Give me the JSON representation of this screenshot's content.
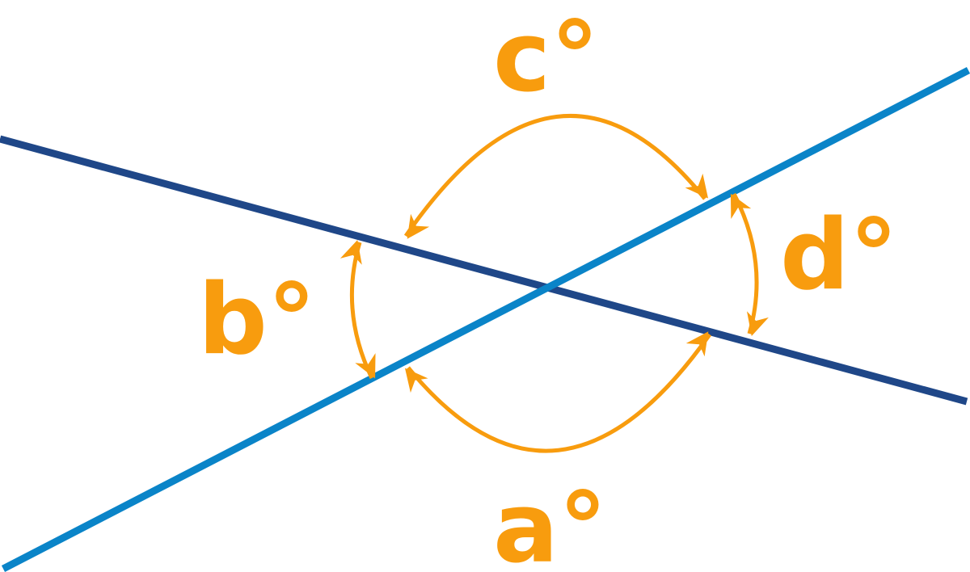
{
  "diagram": {
    "labels": {
      "a": "a°",
      "b": "b°",
      "c": "c°",
      "d": "d°"
    },
    "colors": {
      "line_dark": "#1f4788",
      "line_light": "#0a84c8",
      "angle_arrows": "#f89c0e"
    }
  }
}
